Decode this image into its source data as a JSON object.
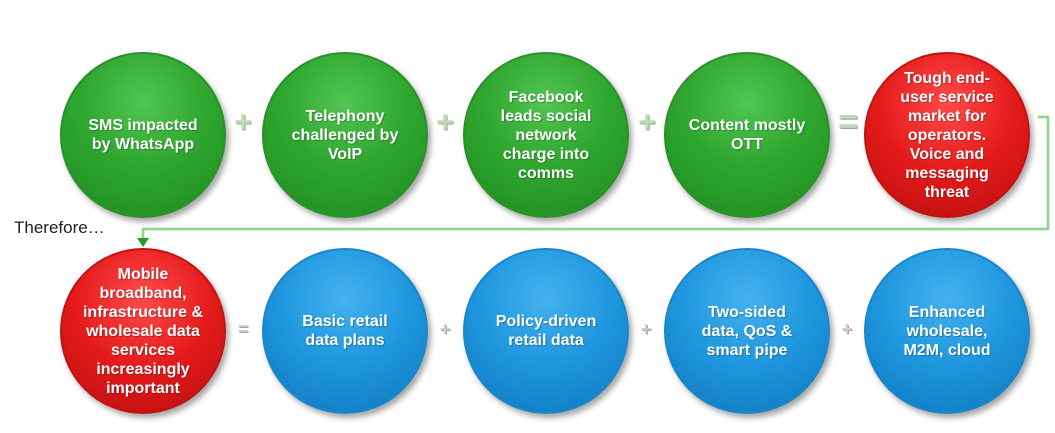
{
  "row1": [
    {
      "label": "SMS impacted by WhatsApp"
    },
    {
      "label": "Telephony challenged by VoIP"
    },
    {
      "label": "Facebook leads social network charge into comms"
    },
    {
      "label": "Content mostly OTT"
    },
    {
      "label": "Tough end-user service market for operators. Voice and messaging threat"
    }
  ],
  "row2": [
    {
      "label": "Mobile broadband, infrastructure & wholesale data services increasingly important"
    },
    {
      "label": "Basic retail data plans"
    },
    {
      "label": "Policy-driven retail data"
    },
    {
      "label": "Two-sided data, QoS & smart pipe"
    },
    {
      "label": "Enhanced wholesale, M2M, cloud"
    }
  ],
  "operators": {
    "plus": "+",
    "equals": "="
  },
  "therefore": "Therefore…",
  "colors": {
    "green": "#2fa72f",
    "red": "#e41a1a",
    "blue": "#1d95dd",
    "connector": "#9fdc9f",
    "arrow": "#22a022"
  }
}
